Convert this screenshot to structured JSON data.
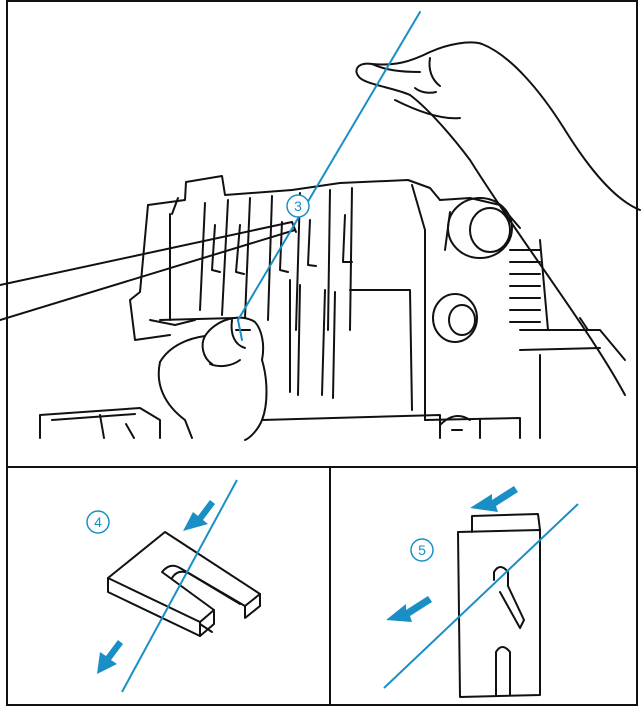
{
  "steps": {
    "step3": "3",
    "step4": "4",
    "step5": "5"
  },
  "colors": {
    "thread": "#1a8fc6",
    "arrow": "#1a8fc6",
    "outline": "#111111",
    "background": "#ffffff"
  },
  "icons": [
    "hand",
    "serger-machine",
    "thread-guide",
    "looper-guide",
    "arrow"
  ]
}
